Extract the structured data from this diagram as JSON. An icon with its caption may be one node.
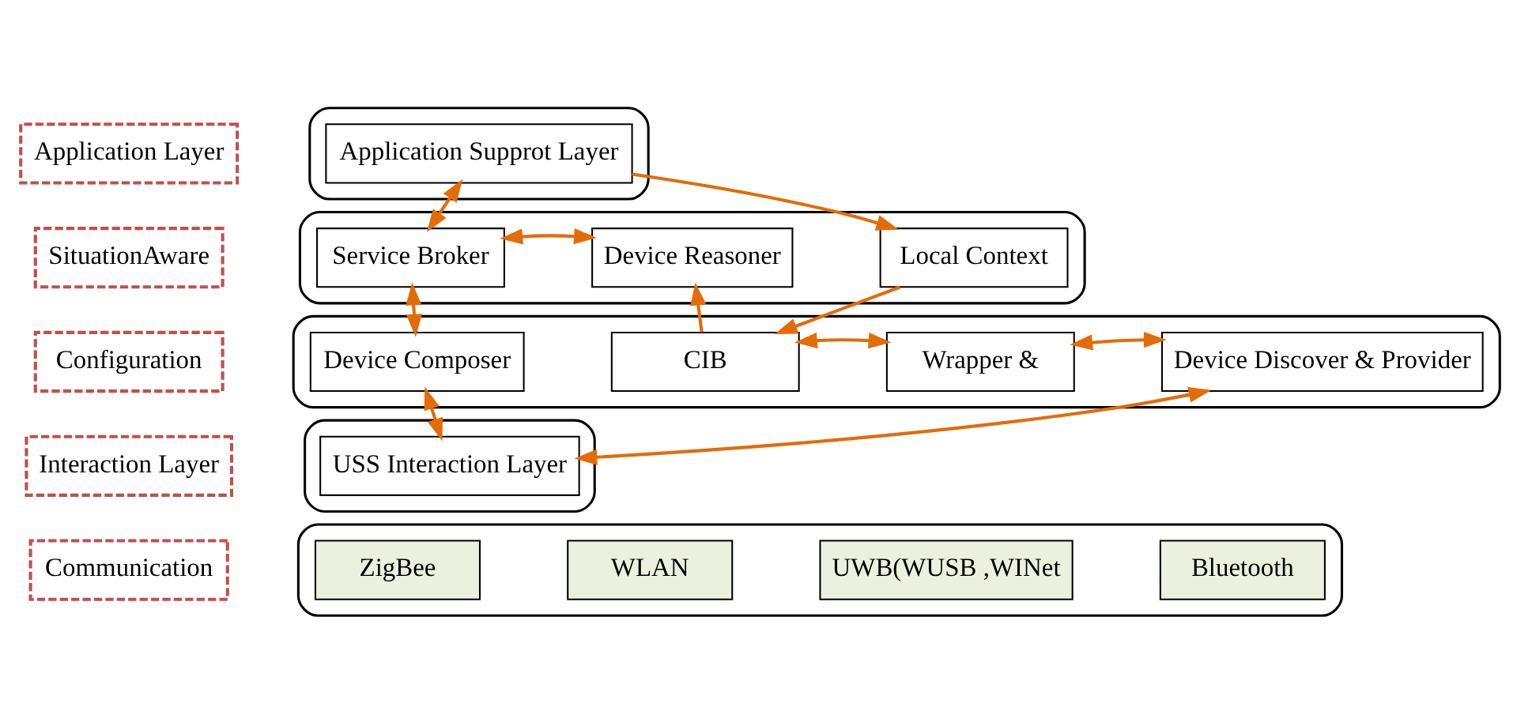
{
  "diagram": {
    "nodes": [
      {
        "text": [
          "Application Layer"
        ]
      },
      {
        "text": [],
        "shape": "box"
      },
      {
        "text": [
          "Application Supprot Layer"
        ],
        "in": 1
      },
      {
        "text": [
          "SituationAware"
        ]
      },
      {
        "text": [],
        "shape": "box"
      },
      {
        "text": [
          "Service Broker"
        ],
        "in": 4
      },
      {
        "text": [
          "Device Reasoner"
        ],
        "in": 4
      },
      {
        "text": [
          "Local Context"
        ],
        "in": 4
      },
      {
        "text": [
          "Configuration"
        ]
      },
      {
        "text": [],
        "shape": "box"
      },
      {
        "text": [
          "Device Composer"
        ],
        "in": 9
      },
      {
        "text": [
          "CIB"
        ],
        "in": 9
      },
      {
        "text": [
          "Wrapper &"
        ],
        "in": 9
      },
      {
        "text": [
          "Device Discover & Provider"
        ],
        "in": 9
      },
      {
        "text": [
          "Interaction Layer"
        ]
      },
      {
        "text": [],
        "shape": "box"
      },
      {
        "text": [
          "USS Interaction Layer"
        ],
        "in": 15
      },
      {
        "text": [
          "Communication"
        ]
      },
      {
        "text": [],
        "shape": "box"
      },
      {
        "text": [
          "ZigBee"
        ],
        "in": 18
      },
      {
        "text": [
          "WLAN"
        ],
        "in": 18
      },
      {
        "text": [
          "UWB(WUSB ,WINet"
        ],
        "in": 18
      },
      {
        "text": [
          "Bluetooth"
        ],
        "in": 18
      }
    ],
    "edges": [
      {
        "from": 2,
        "to": 5,
        "arrow": "both"
      },
      {
        "from": 2,
        "to": 7,
        "arrow": "to"
      },
      {
        "from": 5,
        "to": 6,
        "arrow": "both"
      },
      {
        "from": 5,
        "to": 10,
        "arrow": "both"
      },
      {
        "from": 11,
        "to": 6,
        "arrow": "to"
      },
      {
        "from": 7,
        "to": 11,
        "arrow": "to"
      },
      {
        "from": 11,
        "to": 12,
        "arrow": "both"
      },
      {
        "from": 12,
        "to": 13,
        "arrow": "both"
      },
      {
        "from": 10,
        "to": 16,
        "arrow": "both"
      },
      {
        "from": 13,
        "to": 16,
        "arrow": "both"
      }
    ]
  }
}
